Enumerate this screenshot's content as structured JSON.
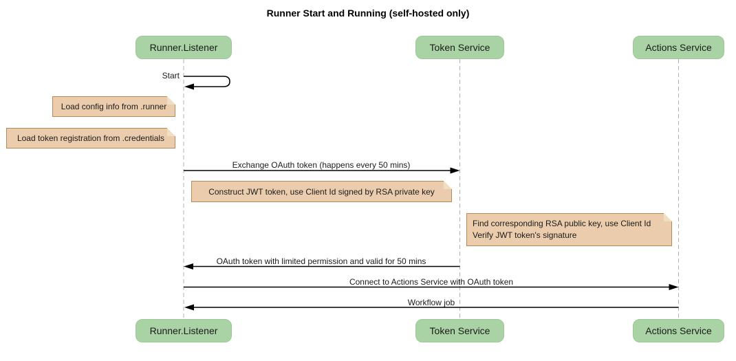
{
  "title": "Runner Start and Running (self-hosted only)",
  "participants": [
    {
      "name": "Runner.Listener"
    },
    {
      "name": "Token Service"
    },
    {
      "name": "Actions Service"
    }
  ],
  "messages": {
    "start": "Start",
    "exchange": "Exchange OAuth token (happens every 50 mins)",
    "oauth_return": "OAuth token with limited permission and valid for 50 mins",
    "connect": "Connect to Actions Service with OAuth token",
    "workflow": "Workflow job"
  },
  "notes": {
    "load_config": "Load config info from .runner",
    "load_token": "Load token registration from .credentials",
    "construct_jwt": "Construct JWT token, use Client Id signed by RSA private key",
    "find_rsa_line1": "Find corresponding RSA public key, use Client Id",
    "find_rsa_line2": "Verify JWT token's signature"
  },
  "colors": {
    "participant_fill": "#A9D3A4",
    "note_fill": "#EBCDAD",
    "note_border": "#B5895A",
    "lifeline": "#B0B0B0",
    "arrow": "#000000"
  }
}
